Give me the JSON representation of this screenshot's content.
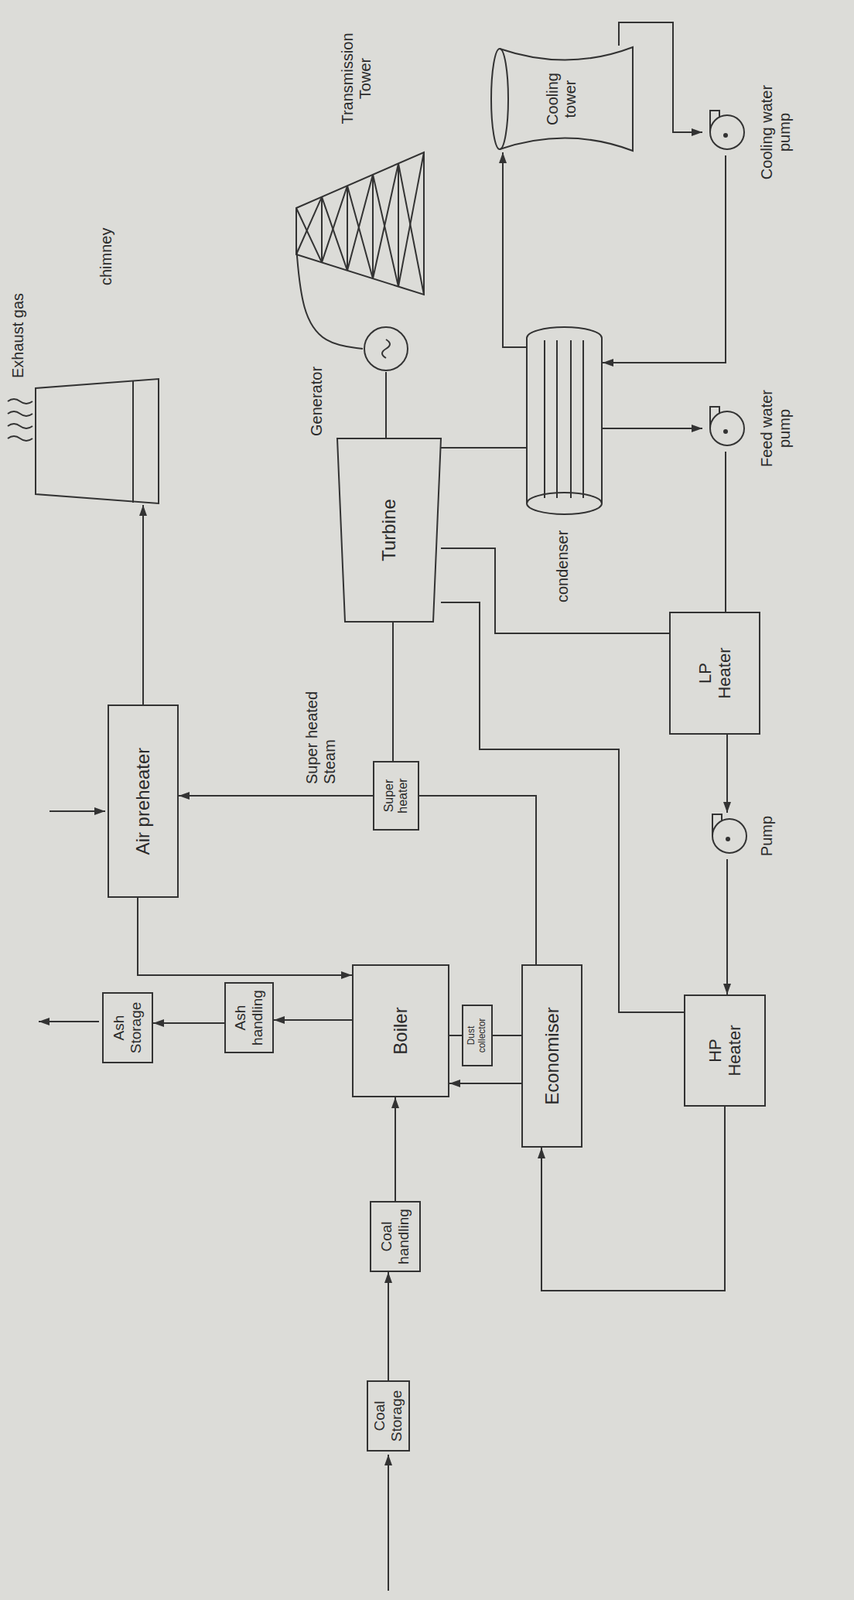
{
  "diagram": {
    "nodes": [
      {
        "text": [
          "Coal Storage"
        ]
      },
      {
        "text": [
          "Coal handling"
        ]
      },
      {
        "text": [
          "Ash Storage"
        ]
      },
      {
        "text": [
          "Ash handling"
        ]
      },
      {
        "text": [
          "Boiler"
        ]
      },
      {
        "text": [
          "Dust collector"
        ]
      },
      {
        "text": [
          "Economiser"
        ]
      },
      {
        "text": [
          "Air preheater"
        ]
      },
      {
        "text": [
          "Super heater"
        ]
      },
      {
        "text": [
          "Turbine"
        ]
      },
      {
        "text": [
          "chimney"
        ]
      },
      {
        "text": [
          "Generator"
        ]
      },
      {
        "text": [
          "Transmission Tower"
        ]
      },
      {
        "text": [
          "condenser"
        ]
      },
      {
        "text": [
          "Cooling tower"
        ]
      },
      {
        "text": [
          "HP Heater"
        ]
      },
      {
        "text": [
          "Pump"
        ]
      },
      {
        "text": [
          "LP Heater"
        ]
      },
      {
        "text": [
          "Feed water pump"
        ]
      },
      {
        "text": [
          "Cooling water pump"
        ]
      }
    ],
    "edges": [
      {
        "from": 0,
        "to": 1,
        "arrow": "to"
      },
      {
        "from": 1,
        "to": 4,
        "arrow": "to"
      },
      {
        "from": 4,
        "to": 3,
        "arrow": "to"
      },
      {
        "from": 3,
        "to": 2,
        "arrow": "to"
      },
      {
        "from": 6,
        "to": 4,
        "arrow": "to"
      },
      {
        "from": 4,
        "to": 5,
        "arrow": "none"
      },
      {
        "from": 5,
        "to": 6,
        "arrow": "none"
      },
      {
        "from": 7,
        "to": 4,
        "arrow": "to"
      },
      {
        "from": 6,
        "to": 8,
        "arrow": "none"
      },
      {
        "from": 8,
        "to": 7,
        "arrow": "to"
      },
      {
        "from": 7,
        "to": 10,
        "arrow": "to"
      },
      {
        "from": 8,
        "to": 9,
        "arrow": "none"
      },
      {
        "from": 9,
        "to": 11,
        "arrow": "none"
      },
      {
        "from": 11,
        "to": 12,
        "arrow": "none"
      },
      {
        "from": 9,
        "to": 13,
        "arrow": "none"
      },
      {
        "from": 9,
        "to": 17,
        "arrow": "none"
      },
      {
        "from": 9,
        "to": 15,
        "arrow": "none"
      },
      {
        "from": 13,
        "to": 18,
        "arrow": "to"
      },
      {
        "from": 18,
        "to": 17,
        "arrow": "none"
      },
      {
        "from": 17,
        "to": 16,
        "arrow": "to"
      },
      {
        "from": 16,
        "to": 15,
        "arrow": "to"
      },
      {
        "from": 15,
        "to": 6,
        "arrow": "to"
      },
      {
        "from": 13,
        "to": 14,
        "arrow": "to"
      },
      {
        "from": 14,
        "to": 19,
        "arrow": "to"
      },
      {
        "from": 19,
        "to": 13,
        "arrow": "to"
      }
    ],
    "labels": [
      "Exhaust gas",
      "Super heated Steam"
    ]
  }
}
